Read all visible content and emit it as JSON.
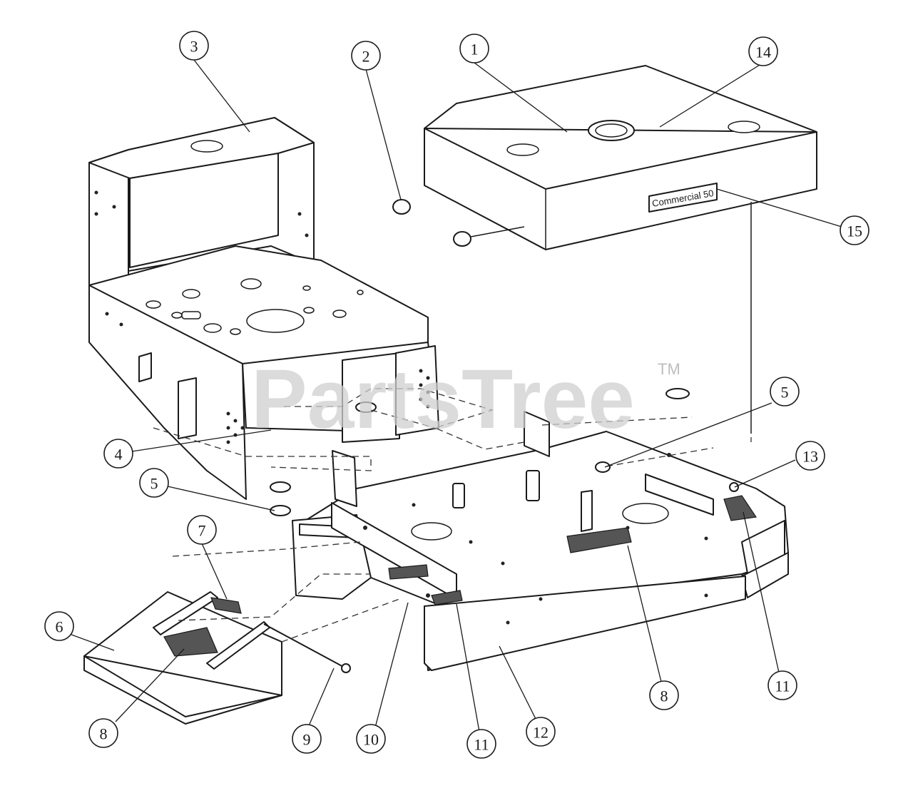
{
  "watermark": {
    "text": "PartsTree",
    "tm": "TM"
  },
  "decal_text": "Commercial 50",
  "callouts": [
    {
      "id": "c1",
      "label": "1"
    },
    {
      "id": "c2",
      "label": "2"
    },
    {
      "id": "c3",
      "label": "3"
    },
    {
      "id": "c4",
      "label": "4"
    },
    {
      "id": "c5a",
      "label": "5"
    },
    {
      "id": "c5b",
      "label": "5"
    },
    {
      "id": "c6",
      "label": "6"
    },
    {
      "id": "c7",
      "label": "7"
    },
    {
      "id": "c8a",
      "label": "8"
    },
    {
      "id": "c8b",
      "label": "8"
    },
    {
      "id": "c9",
      "label": "9"
    },
    {
      "id": "c10",
      "label": "10"
    },
    {
      "id": "c11a",
      "label": "11"
    },
    {
      "id": "c11b",
      "label": "11"
    },
    {
      "id": "c12",
      "label": "12"
    },
    {
      "id": "c13",
      "label": "13"
    },
    {
      "id": "c14",
      "label": "14"
    },
    {
      "id": "c15",
      "label": "15"
    }
  ]
}
